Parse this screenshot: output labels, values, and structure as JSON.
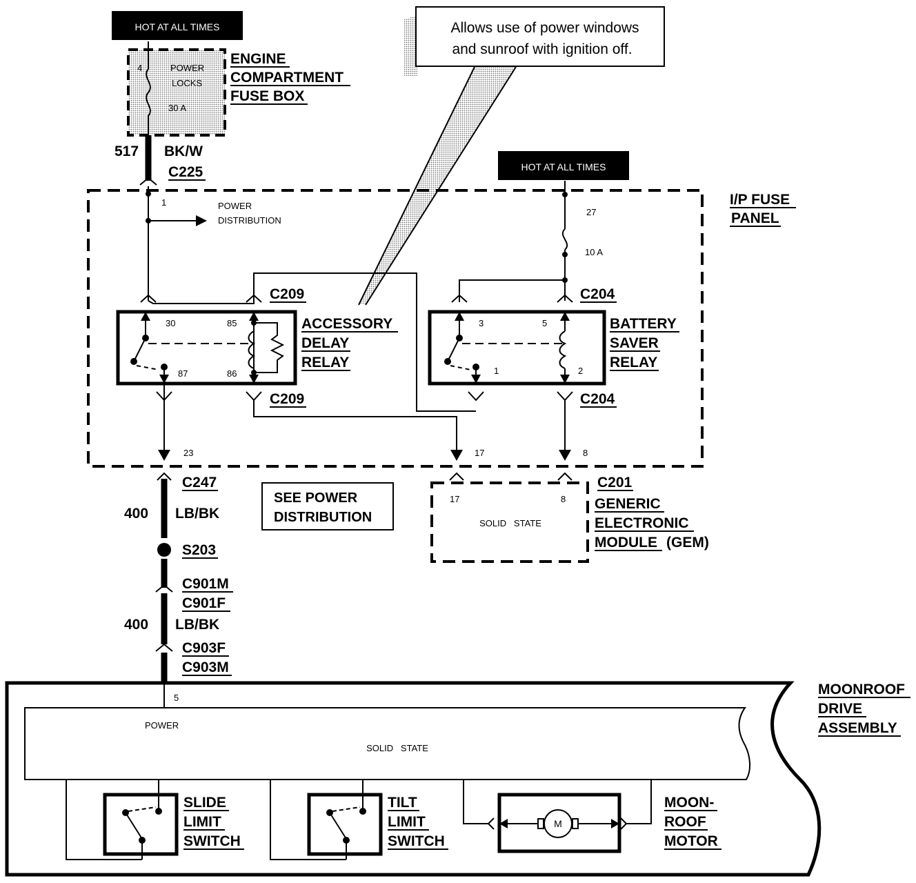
{
  "hot_labels": [
    "HOT AT ALL TIMES",
    "HOT AT ALL TIMES"
  ],
  "callout": [
    "Allows use of power windows",
    "and sunroof with ignition off."
  ],
  "engine_box": {
    "title": [
      "ENGINE",
      "COMPARTMENT",
      "FUSE BOX"
    ],
    "fuse_pin": "4",
    "fuse_name": [
      "POWER",
      "LOCKS"
    ],
    "fuse_rating": "30 A"
  },
  "wires": {
    "w517": "517",
    "w517_color": "BK/W",
    "w400a": "400",
    "w400a_color": "LB/BK",
    "w400b": "400",
    "w400b_color": "LB/BK"
  },
  "connectors": {
    "c225": "C225",
    "c209a": "C209",
    "c209b": "C209",
    "c204a": "C204",
    "c204b": "C204",
    "c247": "C247",
    "s203": "S203",
    "c901m": "C901M",
    "c901f": "C901F",
    "c903f": "C903F",
    "c903m": "C903M",
    "c201": "C201"
  },
  "ip_panel": {
    "title": [
      "I/P FUSE",
      "PANEL"
    ],
    "pin1": "1",
    "power_dist": [
      "POWER",
      "DISTRIBUTION"
    ],
    "pin27": "27",
    "fuse10": "10 A",
    "pin23": "23",
    "pin17": "17",
    "pin8": "8"
  },
  "acc_relay": {
    "title": [
      "ACCESSORY",
      "DELAY",
      "RELAY"
    ],
    "p30": "30",
    "p85": "85",
    "p87": "87",
    "p86": "86"
  },
  "bat_relay": {
    "title": [
      "BATTERY",
      "SAVER",
      "RELAY"
    ],
    "p3": "3",
    "p5": "5",
    "p1": "1",
    "p2": "2"
  },
  "see_power": [
    "SEE POWER",
    "DISTRIBUTION"
  ],
  "gem": {
    "pin17": "17",
    "pin8": "8",
    "state": "SOLID   STATE",
    "title": [
      "GENERIC",
      "ELECTRONIC"
    ],
    "title_module": "MODULE",
    "title_abbr": "(GEM)"
  },
  "moonroof": {
    "title": [
      "MOONROOF",
      "DRIVE",
      "ASSEMBLY"
    ],
    "pin5": "5",
    "power": "POWER",
    "state": "SOLID   STATE",
    "slide": [
      "SLIDE",
      "LIMIT",
      "SWITCH"
    ],
    "tilt": [
      "TILT",
      "LIMIT",
      "SWITCH"
    ],
    "motor": [
      "MOON-",
      "ROOF",
      "MOTOR"
    ],
    "motor_letter": "M"
  }
}
